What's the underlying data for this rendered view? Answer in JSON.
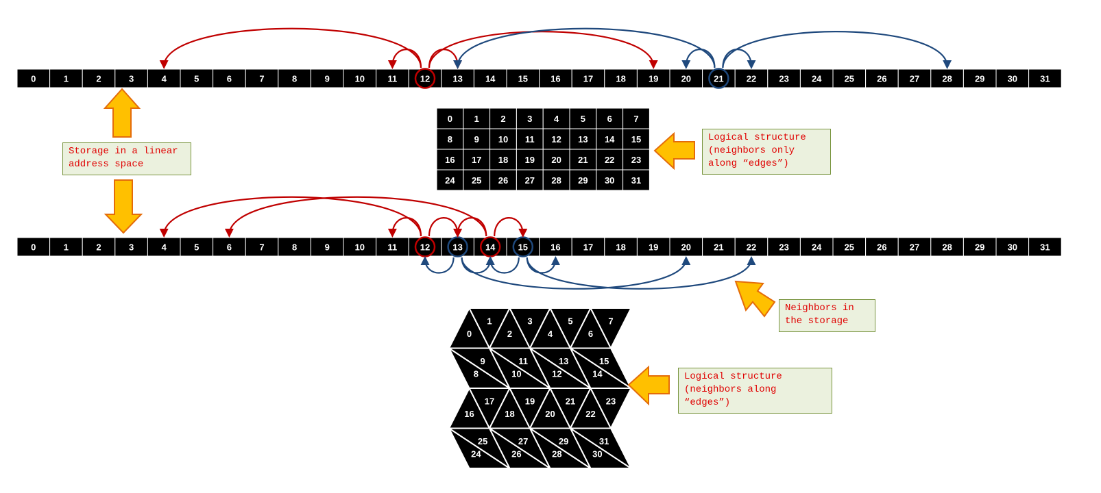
{
  "cells": [
    "0",
    "1",
    "2",
    "3",
    "4",
    "5",
    "6",
    "7",
    "8",
    "9",
    "10",
    "11",
    "12",
    "13",
    "14",
    "15",
    "16",
    "17",
    "18",
    "19",
    "20",
    "21",
    "22",
    "23",
    "24",
    "25",
    "26",
    "27",
    "28",
    "29",
    "30",
    "31"
  ],
  "grid_rows": [
    [
      "0",
      "1",
      "2",
      "3",
      "4",
      "5",
      "6",
      "7"
    ],
    [
      "8",
      "9",
      "10",
      "11",
      "12",
      "13",
      "14",
      "15"
    ],
    [
      "16",
      "17",
      "18",
      "19",
      "20",
      "21",
      "22",
      "23"
    ],
    [
      "24",
      "25",
      "26",
      "27",
      "28",
      "29",
      "30",
      "31"
    ]
  ],
  "callouts": {
    "storage": "Storage in a linear address space",
    "logical_square": "Logical structure (neighbors only along “edges”)",
    "neighbors_storage": "Neighbors in the storage",
    "logical_triangle": "Logical structure (neighbors along “edges”)"
  },
  "colors": {
    "cell_fill": "#000000",
    "cell_text": "#ffffff",
    "red_arrow": "#c00000",
    "blue_arrow": "#1f497d",
    "callout_fill": "#ebf1de",
    "callout_border": "#77933c",
    "callout_text": "#e00000",
    "block_arrow_fill": "#ffc000",
    "block_arrow_border": "#e46c0a"
  },
  "strip1": {
    "highlighted": [
      {
        "cell": "12",
        "color": "red"
      },
      {
        "cell": "21",
        "color": "blue"
      }
    ],
    "red_arcs": [
      [
        "12",
        "4"
      ],
      [
        "12",
        "11"
      ],
      [
        "12",
        "13"
      ],
      [
        "12",
        "19"
      ]
    ],
    "blue_arcs": [
      [
        "21",
        "13"
      ],
      [
        "21",
        "20"
      ],
      [
        "21",
        "22"
      ],
      [
        "21",
        "28"
      ]
    ]
  },
  "strip2": {
    "highlighted": [
      {
        "cell": "12",
        "color": "red"
      },
      {
        "cell": "13",
        "color": "blue"
      },
      {
        "cell": "14",
        "color": "red"
      },
      {
        "cell": "15",
        "color": "blue"
      }
    ],
    "red_arcs": [
      [
        "12",
        "4"
      ],
      [
        "12",
        "11"
      ],
      [
        "12",
        "13"
      ],
      [
        "14",
        "6"
      ],
      [
        "14",
        "13"
      ],
      [
        "14",
        "15"
      ]
    ],
    "blue_arcs": [
      [
        "13",
        "12"
      ],
      [
        "13",
        "14"
      ],
      [
        "13",
        "20"
      ],
      [
        "15",
        "14"
      ],
      [
        "15",
        "16"
      ],
      [
        "15",
        "22"
      ]
    ]
  }
}
